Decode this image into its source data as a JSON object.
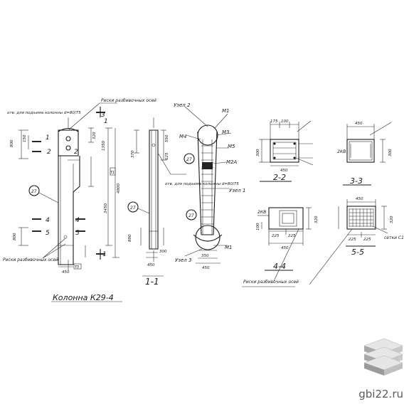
{
  "title": "Колонна К29-4",
  "sections": {
    "s11": "1-1",
    "s22": "2-2",
    "s33": "3-3",
    "s44": "4-4",
    "s55": "5-5"
  },
  "notes": {
    "axis_marks_top": "Риски разбивочных осей",
    "axis_marks_left": "Риски разбивочных осей",
    "axis_marks_bottom": "Риски разбивочных осей",
    "hole_top": "отв. для подъема колонны d=80/75",
    "hole_mid": "отв. для подъема колонны d=80/75",
    "mesh": "сетки С1"
  },
  "nodes": {
    "n1": "Узел 1",
    "n2": "Узел 2",
    "n3": "Узел 3"
  },
  "marks": {
    "m1": "М1",
    "m3": "М3",
    "m4": "М4",
    "m5": "М5",
    "m2a": "М2А",
    "m1b": "М1",
    "c27a": "27",
    "c27b": "27",
    "c27c": "27",
    "c27d": "27",
    "kv": "2КВ",
    "kv2": "2КВ",
    "t1": "Т1",
    "t2": "Т5"
  },
  "cut_labels": {
    "c1": "1",
    "c2": "2",
    "c3": "3",
    "c4": "4",
    "c5": "5",
    "c1b": "1",
    "c2b": "2",
    "c4b": "4",
    "c5b": "5",
    "c1c": "1"
  },
  "dims": {
    "d800a": "800",
    "d150": "150",
    "d320a": "320",
    "d800b": "800",
    "d1350": "1350",
    "d4800": "4800",
    "d3450": "3450",
    "d450a": "450",
    "d450b": "450",
    "d450c": "450",
    "d350": "350",
    "d300": "300",
    "d175": "175",
    "d100": "100",
    "d100b": "100",
    "d450s22": "450",
    "d300s22": "300",
    "d450s33": "450",
    "d300s33": "300",
    "d450s44": "450",
    "d225a": "225",
    "d225b": "225",
    "d320s44": "320",
    "d450s55": "450",
    "d225c": "225",
    "d225d": "225",
    "d320s55": "320",
    "d550": "550",
    "d625": "625",
    "d370": "370",
    "d880": "880"
  },
  "watermark": "gbi22.ru",
  "colors": {
    "ink": "#1a1a1a",
    "paper": "#ffffff",
    "logo_light": "#e6e6e6",
    "logo_dark": "#9a9a9a"
  }
}
